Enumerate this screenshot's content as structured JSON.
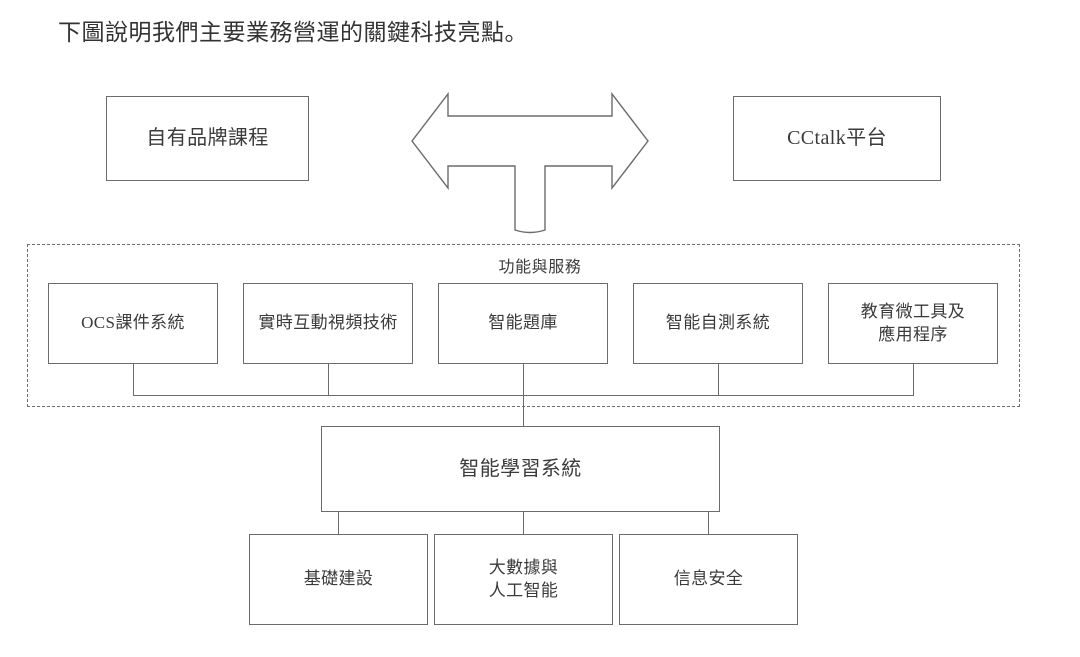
{
  "intro": {
    "text": "下圖說明我們主要業務營運的關鍵科技亮點。"
  },
  "diagram": {
    "top_tier": [
      {
        "id": "own-brand",
        "label": "自有品牌課程"
      },
      {
        "id": "cctalk",
        "label": "CCtalk平台"
      }
    ],
    "connector": {
      "name": "bidirectional-arrow-with-stem",
      "direction": "left-right-and-down"
    },
    "services_group": {
      "title": "功能與服務",
      "border_style": "dashed",
      "items": [
        {
          "id": "ocs",
          "label": "OCS課件系統"
        },
        {
          "id": "live-video",
          "label": "實時互動視頻技術"
        },
        {
          "id": "qbank",
          "label": "智能題庫"
        },
        {
          "id": "selftest",
          "label": "智能自測系統"
        },
        {
          "id": "microtools",
          "label_line1": "教育微工具及",
          "label_line2": "應用程序"
        }
      ]
    },
    "middle_tier": {
      "id": "smart-learning",
      "label": "智能學習系統"
    },
    "bottom_tier": [
      {
        "id": "infrastructure",
        "label": "基礎建設"
      },
      {
        "id": "bigdata-ai",
        "label_line1": "大數據與",
        "label_line2": "人工智能"
      },
      {
        "id": "infosec",
        "label": "信息安全"
      }
    ]
  },
  "colors": {
    "stroke": "#6b6b6b",
    "text": "#3b3b3b",
    "background": "#ffffff",
    "dashed_border": "#6e6e6e"
  }
}
